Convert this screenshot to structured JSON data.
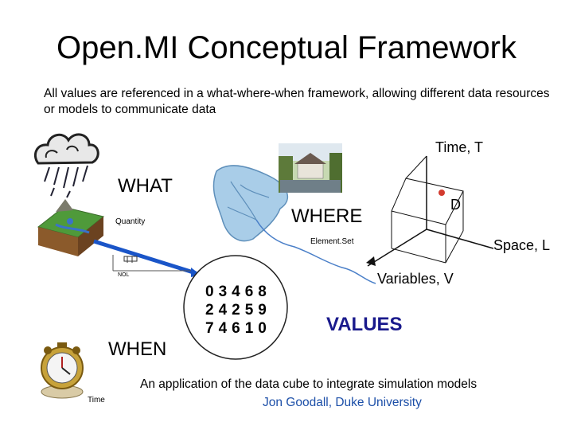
{
  "slide": {
    "title": "Open.MI Conceptual Framework",
    "subtitle": "All values are referenced in a what-where-when framework, allowing different data resources or models to communicate data"
  },
  "what": {
    "label": "WHAT",
    "quantity_label": "Quantity",
    "axis_small_label": "NOL"
  },
  "where": {
    "label": "WHERE",
    "elementset_label": "Element.Set"
  },
  "when": {
    "label": "WHEN",
    "time_small_label": "Time"
  },
  "cube": {
    "time_axis": "Time, T",
    "space_axis": "Space, L",
    "variables_axis": "Variables, V",
    "point_label": "D",
    "point_color": "#d33b2f"
  },
  "values_grid": {
    "rows": [
      "03468",
      "24259",
      "74610"
    ]
  },
  "values_label": "VALUES",
  "footer": {
    "line1": "An application of the data cube to integrate simulation  models",
    "line2": "Jon Goodall, Duke University"
  },
  "icons": [
    "storm-cloud-icon",
    "terrain-block-icon",
    "house-photo-icon",
    "watershed-map-icon",
    "stopwatch-icon"
  ]
}
